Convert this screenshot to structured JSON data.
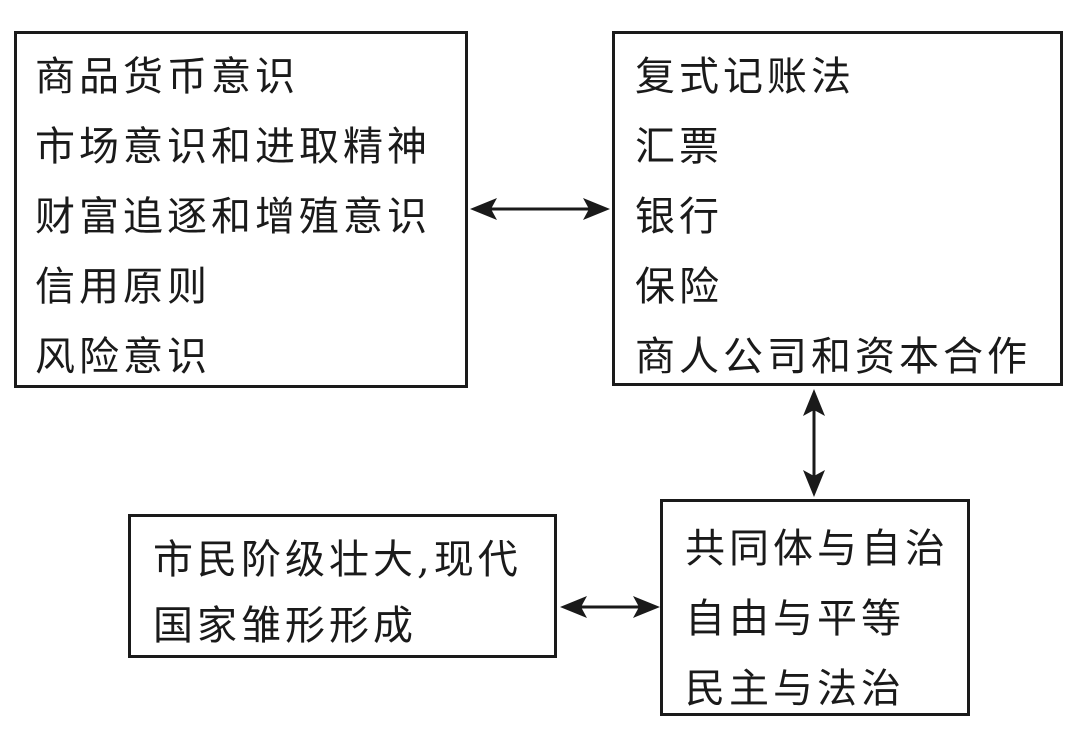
{
  "diagram": {
    "description": "Four-box concept diagram linked by double-headed arrows",
    "boxes": {
      "commercial_consciousness": {
        "lines": [
          "商品货币意识",
          "市场意识和进取精神",
          "财富追逐和增殖意识",
          "信用原则",
          "风险意识"
        ]
      },
      "financial_innovations": {
        "lines": [
          "复式记账法",
          "汇票",
          "银行",
          "保险",
          "商人公司和资本合作"
        ]
      },
      "civic_state": {
        "lines": [
          "市民阶级壮大,现代",
          "国家雏形形成"
        ]
      },
      "governance_values": {
        "lines": [
          "共同体与自治",
          "自由与平等",
          "民主与法治"
        ]
      }
    },
    "arrows": [
      {
        "name": "top-horizontal-double-arrow",
        "between": [
          "commercial_consciousness",
          "financial_innovations"
        ]
      },
      {
        "name": "right-vertical-double-arrow",
        "between": [
          "financial_innovations",
          "governance_values"
        ]
      },
      {
        "name": "bottom-horizontal-double-arrow",
        "between": [
          "civic_state",
          "governance_values"
        ]
      }
    ],
    "colors": {
      "background": "#ffffff",
      "border": "#1a1a1a",
      "text": "#1a1a1a",
      "arrow": "#1a1a1a"
    }
  }
}
